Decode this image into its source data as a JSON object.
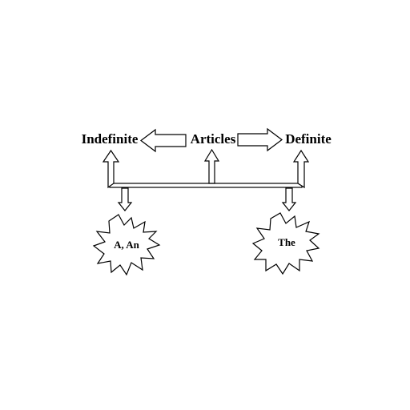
{
  "diagram": {
    "root": "Articles",
    "left_node": "Indefinite",
    "right_node": "Definite",
    "left_burst": "A, An",
    "right_burst": "The"
  },
  "colors": {
    "stroke": "#000000",
    "fill": "#ffffff",
    "text": "#000000"
  }
}
